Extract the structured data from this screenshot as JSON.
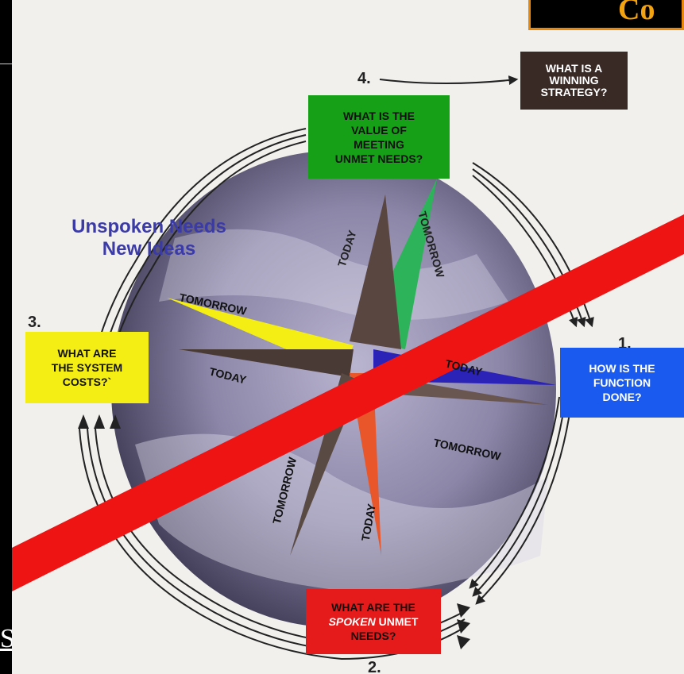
{
  "title": "Co",
  "left_glyph": "S",
  "winning_box": [
    "WHAT IS A",
    "WINNING",
    "STRATEGY?"
  ],
  "value_box": [
    "WHAT IS THE",
    "VALUE OF",
    "MEETING",
    "UNMET NEEDS?"
  ],
  "system_box": [
    "WHAT ARE",
    "THE SYSTEM",
    "COSTS?`"
  ],
  "function_box": [
    "HOW IS THE",
    "FUNCTION",
    "DONE?"
  ],
  "spoken_box": {
    "line1": "WHAT ARE THE",
    "italic": "SPOKEN",
    "rest": " UNMET",
    "line3": "NEEDS?"
  },
  "numbers": {
    "n1": "1.",
    "n2": "2.",
    "n3": "3.",
    "n4": "4."
  },
  "unspoken": [
    "Unspoken Needs",
    "New Ideas"
  ],
  "compass_labels": {
    "today": "TODAY",
    "tomorrow": "TOMORROW"
  },
  "colors": {
    "green": "#16a018",
    "yellow": "#f4ee14",
    "blue": "#1a5aee",
    "red": "#e51b1b",
    "dark": "#3a2a26",
    "title": "#f2a30f"
  }
}
